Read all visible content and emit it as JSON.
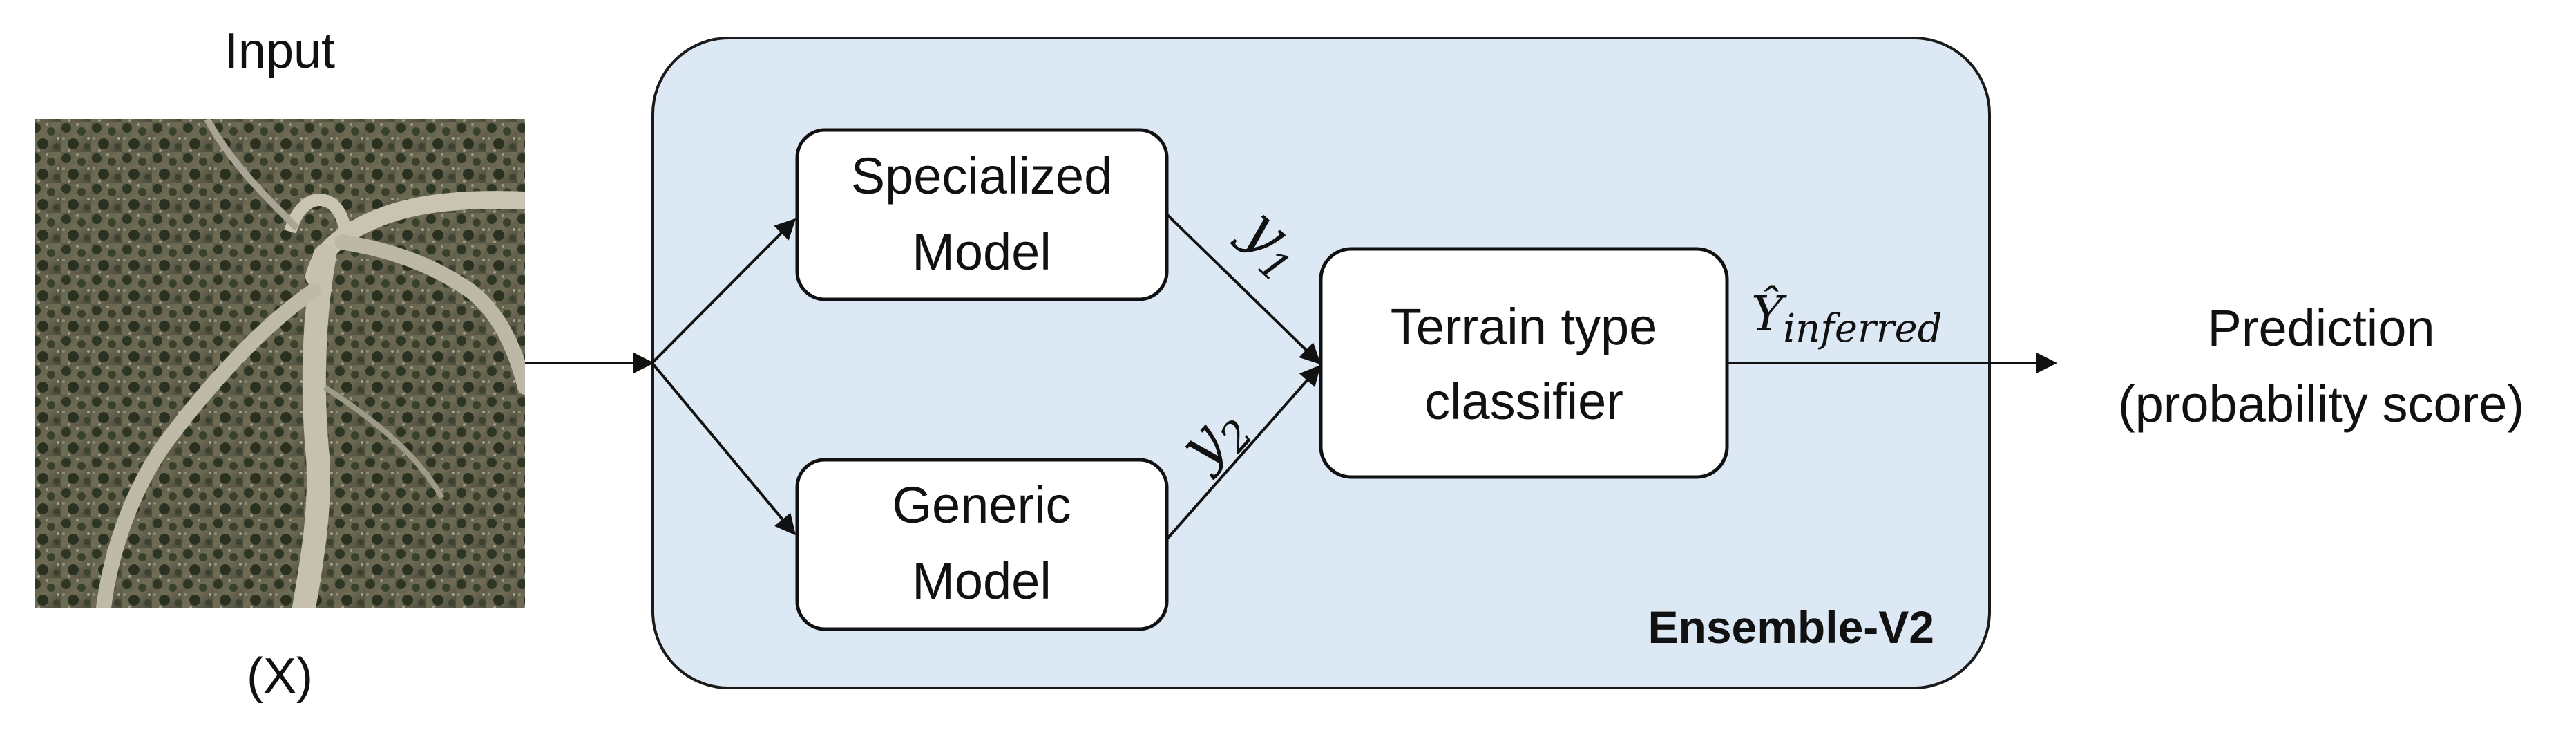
{
  "input": {
    "title": "Input",
    "symbol": "(X)",
    "image_icon": "aerial-terrain-image"
  },
  "ensemble": {
    "name": "Ensemble-V2",
    "container_color": "#dde8f5"
  },
  "models": {
    "specialized": [
      "Specialized",
      "Model"
    ],
    "generic": [
      "Generic",
      "Model"
    ]
  },
  "signals": {
    "y1": {
      "base": "y",
      "sub": "1"
    },
    "y2": {
      "base": "y",
      "sub": "2"
    },
    "inferred": {
      "base": "Ŷ",
      "sub": "inferred"
    }
  },
  "classifier": [
    "Terrain type",
    "classifier"
  ],
  "output": {
    "line1": "Prediction",
    "line2": "(probability score)"
  }
}
